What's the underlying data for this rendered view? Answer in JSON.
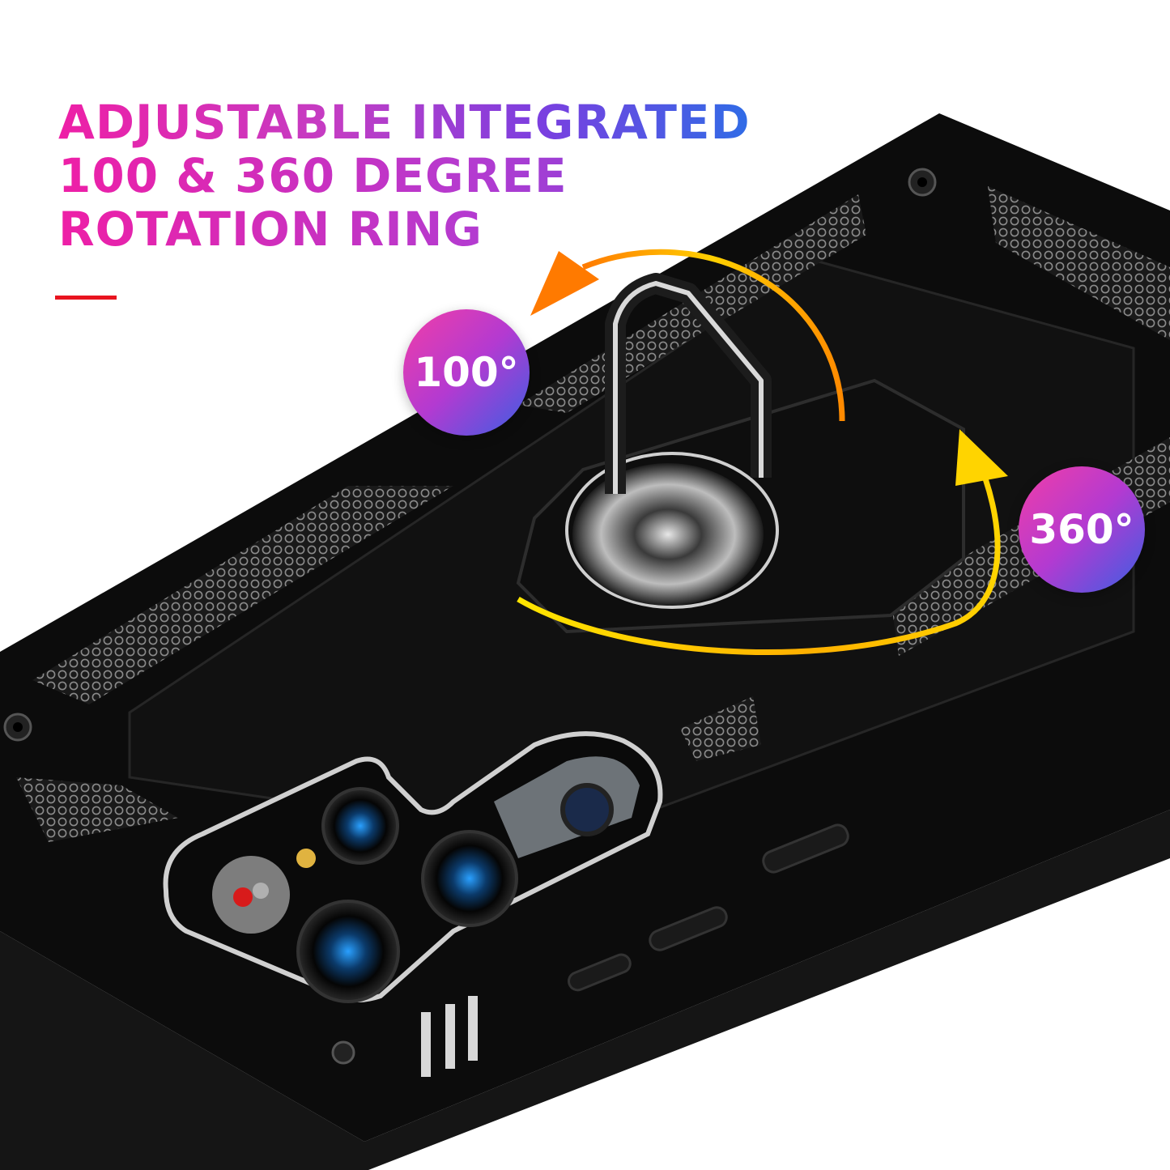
{
  "headline": {
    "line1": "ADJUSTABLE INTEGRATED",
    "line2": "100 & 360 DEGREE",
    "line3": "ROTATION RING"
  },
  "badges": {
    "small_angle": "100°",
    "full_angle": "360°"
  },
  "colors": {
    "accent_red": "#e8141f",
    "gradient_pink": "#ee1fa6",
    "gradient_blue": "#2f6ce6",
    "arrow_orange": "#ff8a00",
    "arrow_yellow": "#ffe000",
    "case_black": "#0c0c0c"
  },
  "icons": [
    "rotation-arrow-icon",
    "ring-holder-icon",
    "camera-lens-icon"
  ]
}
